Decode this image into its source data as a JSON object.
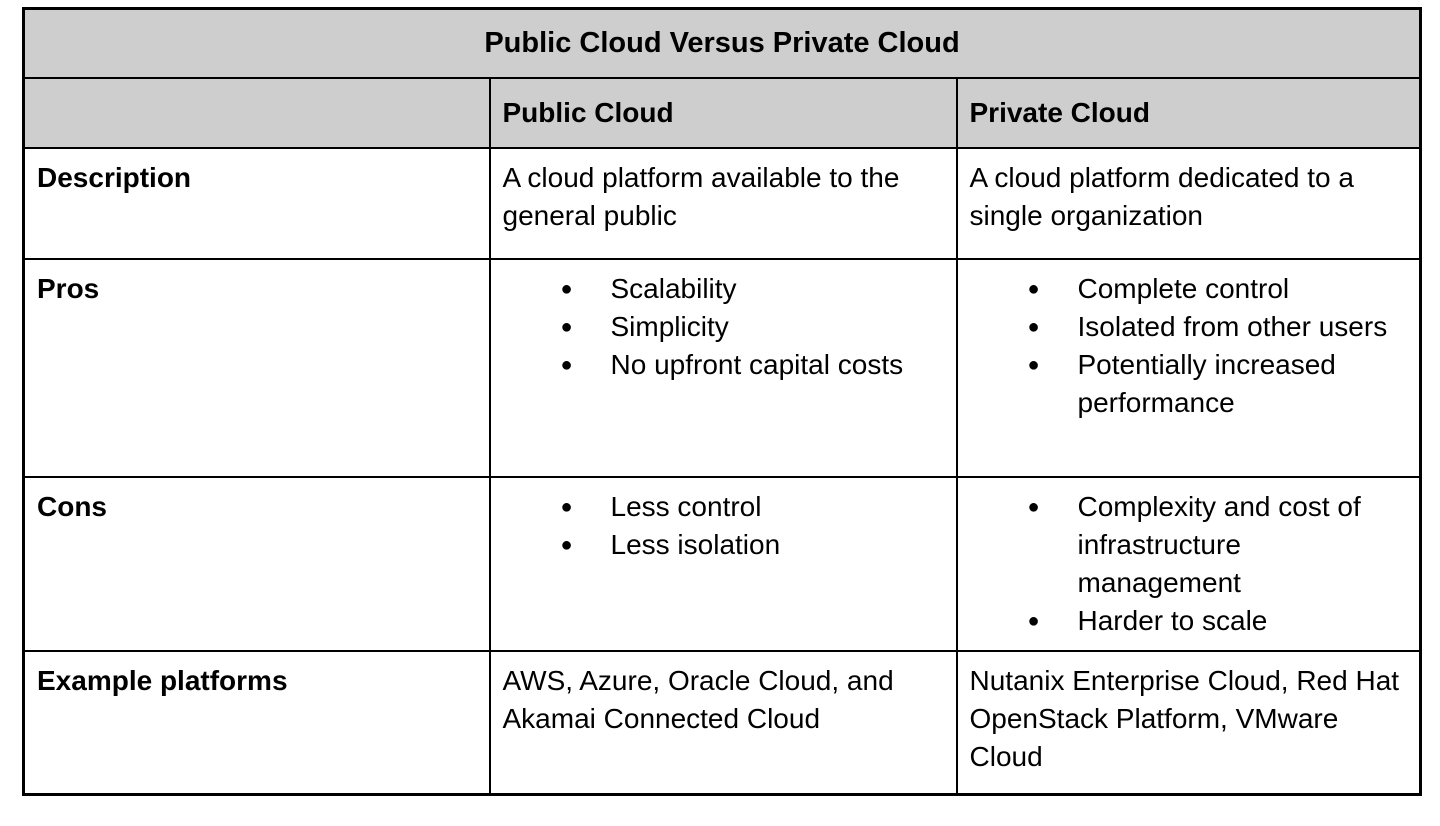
{
  "table": {
    "title": "Public Cloud Versus Private Cloud",
    "columns": [
      "",
      "Public Cloud",
      "Private Cloud"
    ],
    "rows": [
      {
        "label": "Description",
        "public": {
          "type": "text",
          "text": "A cloud platform available to the general public"
        },
        "private": {
          "type": "text",
          "text": "A cloud platform dedicated to a single organization"
        }
      },
      {
        "label": "Pros",
        "public": {
          "type": "list",
          "items": [
            "Scalability",
            "Simplicity",
            "No upfront capital costs"
          ]
        },
        "private": {
          "type": "list",
          "items": [
            "Complete control",
            "Isolated from other users",
            "Potentially increased performance"
          ]
        }
      },
      {
        "label": "Cons",
        "public": {
          "type": "list",
          "items": [
            "Less control",
            "Less isolation"
          ]
        },
        "private": {
          "type": "list",
          "items": [
            "Complexity and cost of infrastructure management",
            "Harder to scale"
          ]
        }
      },
      {
        "label": "Example platforms",
        "public": {
          "type": "text",
          "text": "AWS, Azure, Oracle Cloud, and Akamai Connected Cloud"
        },
        "private": {
          "type": "text",
          "text": "Nutanix Enterprise Cloud, Red Hat OpenStack Platform, VMware Cloud"
        }
      }
    ],
    "colors": {
      "header_bg": "#cecece",
      "border": "#000000",
      "body_bg": "#ffffff",
      "text": "#000000"
    }
  }
}
